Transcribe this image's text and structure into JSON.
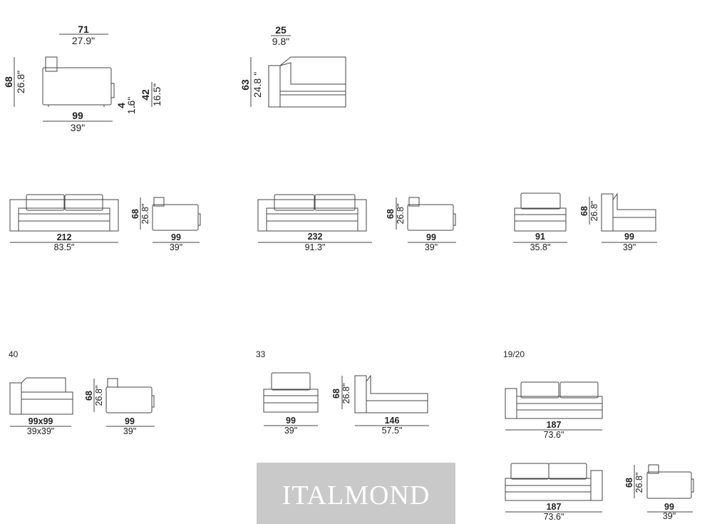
{
  "groups": {
    "g40": "40",
    "g33": "33",
    "g1920": "19/20"
  },
  "dims": {
    "d71": "71",
    "d71in": "27.9\"",
    "d25": "25",
    "d25in": "9.8\"",
    "d68a": "68",
    "d68ain": "26.8\"",
    "d99a": "99",
    "d99ain": "39\"",
    "d4": "4",
    "d4in": "1.6\"",
    "d42": "42",
    "d42in": "16.5\"",
    "d63": "63",
    "d63in": "24.8 \"",
    "d212": "212",
    "d212in": "83.5\"",
    "d68b": "68",
    "d68bin": "26.8\"",
    "d99b": "99",
    "d99bin": "39\"",
    "d232": "232",
    "d232in": "91.3\"",
    "d68c": "68",
    "d68cin": "26.8\"",
    "d99c": "99",
    "d99cin": "39\"",
    "d91": "91",
    "d91in": "35.8\"",
    "d68d": "68",
    "d68din": "26.8\"",
    "d99d": "99",
    "d99din": "39\"",
    "d99x99": "99x99",
    "d99x99in": "39x39\"",
    "d68e": "68",
    "d68ein": "26.8\"",
    "d99e": "99",
    "d99ein": "39\"",
    "d99f": "99",
    "d99fin": "39\"",
    "d68f": "68",
    "d68fin": "26.8\"",
    "d146": "146",
    "d146in": "57.5\"",
    "d187a": "187",
    "d187ain": "73.6\"",
    "d187b": "187",
    "d187bin": "73.6\"",
    "d68g": "68",
    "d68gin": "26.8\"",
    "d99g": "99",
    "d99gin": "39\""
  },
  "watermark": "ITALMOND"
}
